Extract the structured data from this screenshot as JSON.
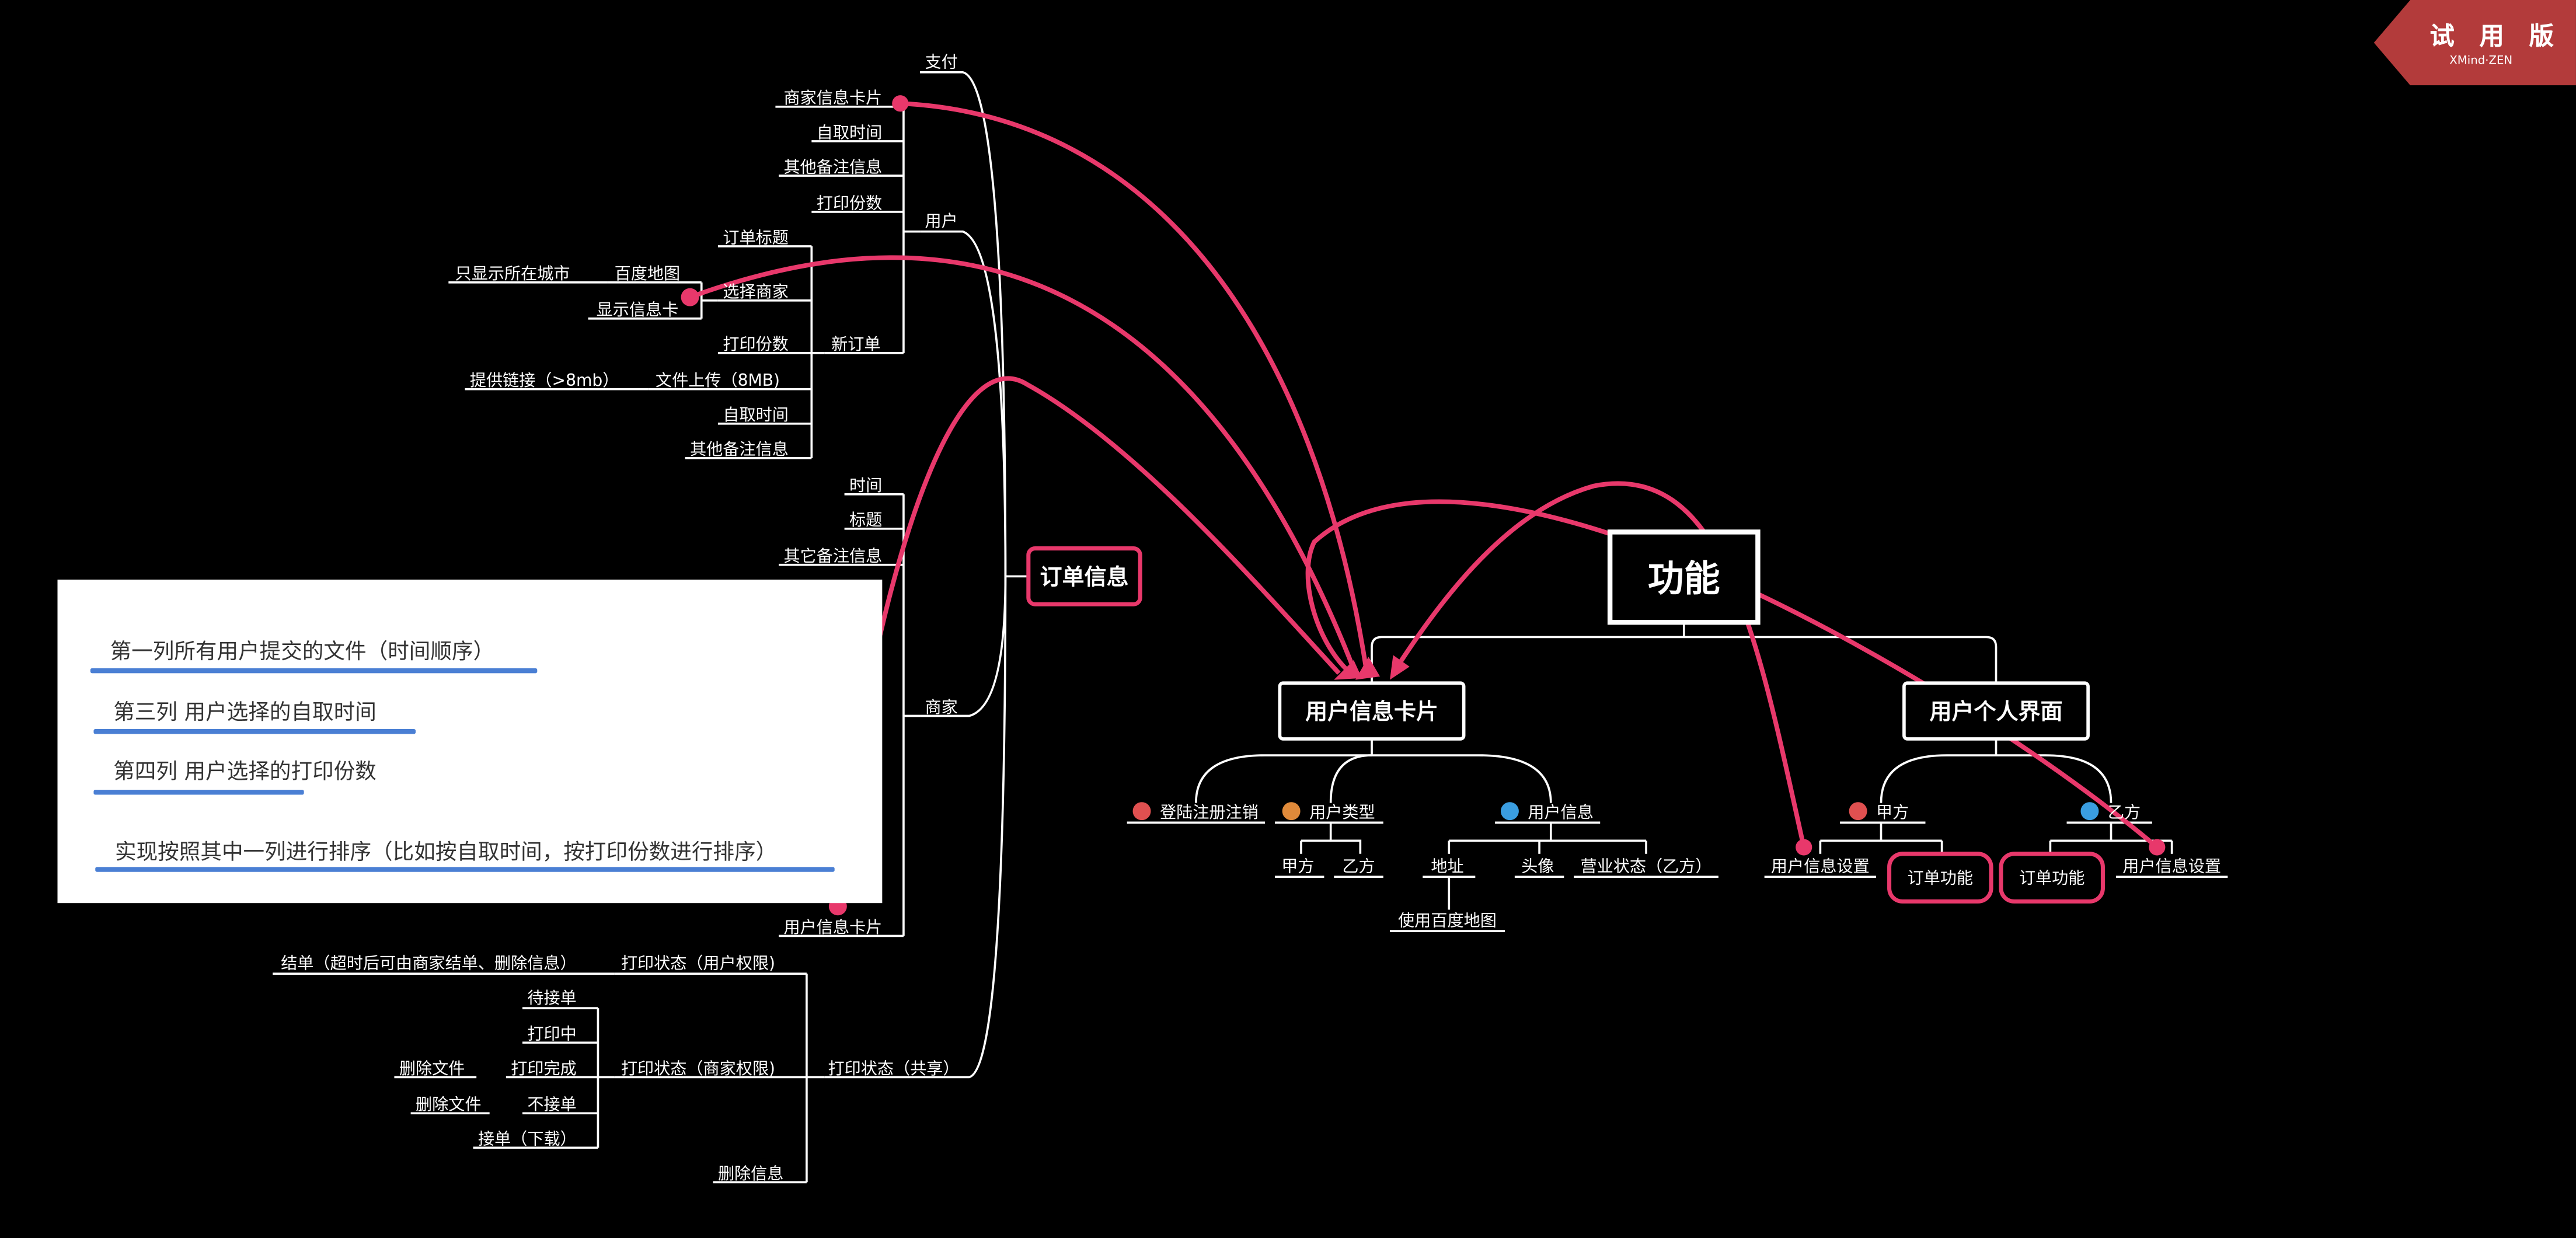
{
  "badge": {
    "trial": "试 用 版",
    "product": "XMind·ZEN"
  },
  "center": "订单信息",
  "branches": {
    "pay": "支付",
    "user": "用户",
    "merchant": "商家",
    "print_state": "打印状态（共享）"
  },
  "user_items": {
    "merchant_card": "商家信息卡片",
    "pickup_time": "自取时间",
    "other_notes": "其他备注信息",
    "print_copies": "打印份数",
    "new_order": "新订单",
    "order_title": "订单标题",
    "select_merchant": "选择商家",
    "baidu_map": "百度地图",
    "city_only": "只显示所在城市",
    "show_card": "显示信息卡",
    "new_print_copies": "打印份数",
    "file_upload": "文件上传（8MB)",
    "link": "提供链接（>8mb）",
    "new_pickup_time": "自取时间",
    "new_other_notes": "其他备注信息"
  },
  "merchant_items": {
    "time": "时间",
    "title": "标题",
    "other_notes": "其它备注信息",
    "user_card": "用户信息卡片"
  },
  "print_items": {
    "user_perm": "打印状态（用户权限)",
    "user_perm_note": "结单（超时后可由商家结单、删除信息）",
    "merchant_perm": "打印状态（商家权限)",
    "wait": "待接单",
    "printing": "打印中",
    "done": "打印完成",
    "done_delete": "删除文件",
    "reject": "不接单",
    "reject_delete": "删除文件",
    "accept": "接单（下载）",
    "delete_info": "删除信息"
  },
  "note": {
    "line1": "第一列所有用户提交的文件（时间顺序）",
    "line2": "第三列 用户选择的自取时间",
    "line3": "第四列 用户选择的打印份数",
    "line4": "实现按照其中一列进行排序（比如按自取时间，按打印份数进行排序）"
  },
  "func": {
    "root": "功能",
    "card": "用户信息卡片",
    "profile": "用户个人界面",
    "login": "登陆注册注销",
    "user_type": "用户类型",
    "party_a": "甲方",
    "party_b": "乙方",
    "user_info": "用户信息",
    "address": "地址",
    "avatar": "头像",
    "biz_status": "营业状态（乙方）",
    "use_baidu": "使用百度地图",
    "a": "甲方",
    "a_settings": "用户信息设置",
    "a_order": "订单功能",
    "b": "乙方",
    "b_order": "订单功能",
    "b_settings": "用户信息设置"
  },
  "colors": {
    "background": "#000000",
    "link": "#e8386b",
    "badge": "#b33b3b",
    "note_underline": "#4a7fd4",
    "marker_login": "#e05050",
    "marker_type": "#e08a3a",
    "marker_info": "#3a9de0"
  }
}
